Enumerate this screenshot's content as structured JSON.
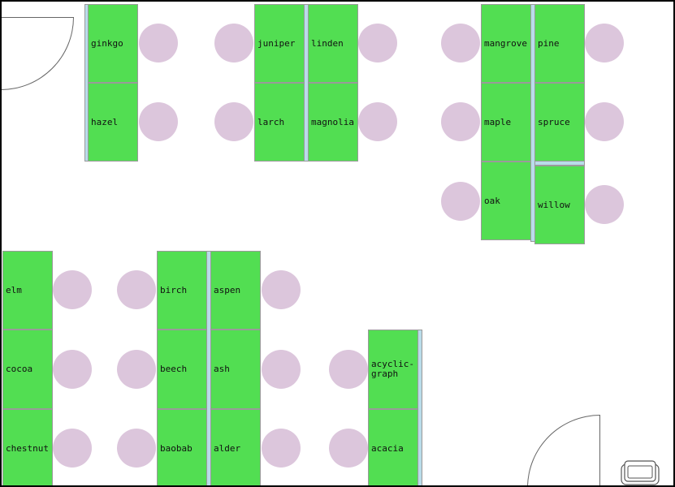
{
  "colors": {
    "desk": "#52de52",
    "chair": "#dcc6dc",
    "divider": "#b9dcea",
    "border": "#000000"
  },
  "desks": [
    {
      "id": "ginkgo",
      "label": "ginkgo"
    },
    {
      "id": "hazel",
      "label": "hazel"
    },
    {
      "id": "juniper",
      "label": "juniper"
    },
    {
      "id": "larch",
      "label": "larch"
    },
    {
      "id": "linden",
      "label": "linden"
    },
    {
      "id": "magnolia",
      "label": "magnolia"
    },
    {
      "id": "mangrove",
      "label": "mangrove"
    },
    {
      "id": "maple",
      "label": "maple"
    },
    {
      "id": "oak",
      "label": "oak"
    },
    {
      "id": "pine",
      "label": "pine"
    },
    {
      "id": "spruce",
      "label": "spruce"
    },
    {
      "id": "willow",
      "label": "willow"
    },
    {
      "id": "elm",
      "label": "elm"
    },
    {
      "id": "cocoa",
      "label": "cocoa"
    },
    {
      "id": "chestnut",
      "label": "chestnut"
    },
    {
      "id": "birch",
      "label": "birch"
    },
    {
      "id": "beech",
      "label": "beech"
    },
    {
      "id": "baobab",
      "label": "baobab"
    },
    {
      "id": "aspen",
      "label": "aspen"
    },
    {
      "id": "ash",
      "label": "ash"
    },
    {
      "id": "alder",
      "label": "alder"
    },
    {
      "id": "acyclic-graph",
      "label": "acyclic-\ngraph"
    },
    {
      "id": "acacia",
      "label": "acacia"
    }
  ],
  "icons": {
    "door": "door-swing-icon",
    "printer": "printer-icon"
  }
}
